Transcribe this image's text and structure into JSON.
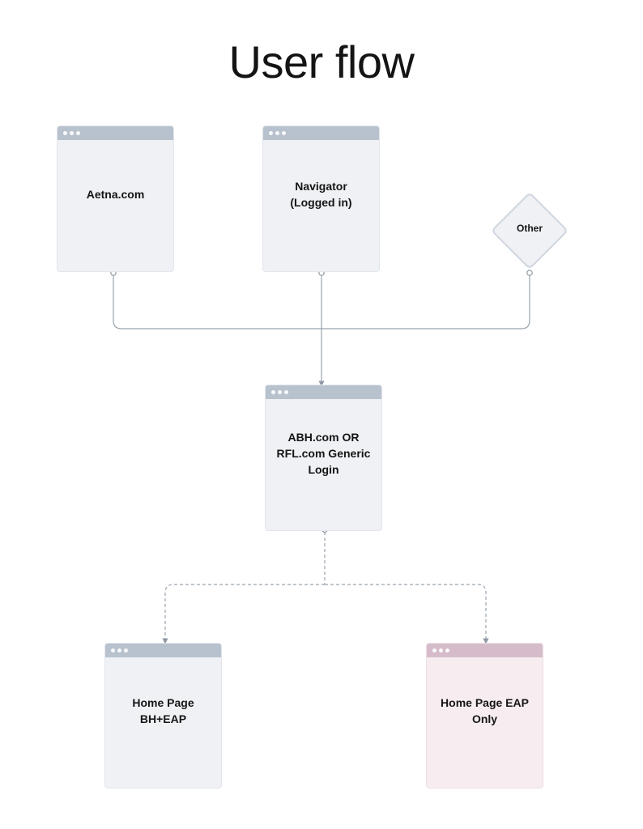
{
  "title": "User flow",
  "nodes": {
    "aetna": {
      "label": "Aetna.com"
    },
    "navigator": {
      "label": "Navigator\n(Logged in)"
    },
    "other": {
      "label": "Other"
    },
    "login": {
      "label": "ABH.com OR\nRFL.com Generic\nLogin"
    },
    "home_bh_eap": {
      "label": "Home Page\nBH+EAP"
    },
    "home_eap_only": {
      "label": "Home Page EAP\nOnly"
    }
  },
  "colors": {
    "node_fill": "#eff1f5",
    "node_bar": "#b8c2ce",
    "highlight_fill": "#f7edf0",
    "highlight_bar": "#d6bccb",
    "connector": "#9aa3ad"
  }
}
